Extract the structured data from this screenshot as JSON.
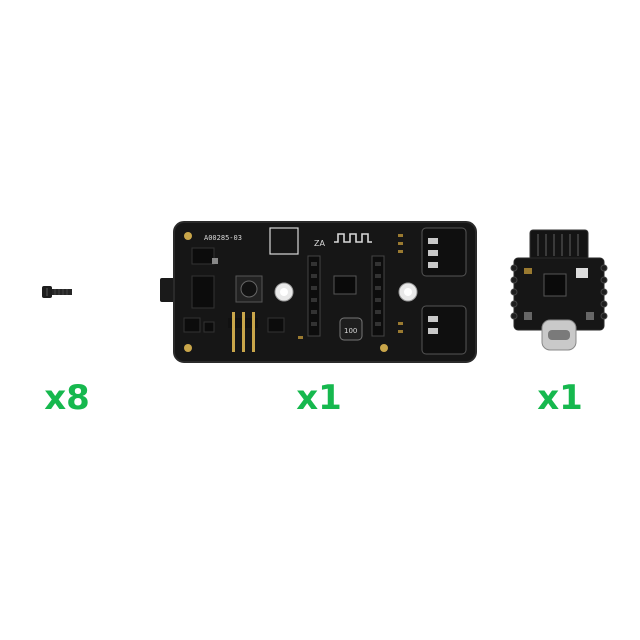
{
  "colors": {
    "quantity_text": "#16b84e",
    "pcb": "#161616",
    "pcb_edge": "#2a2a2a",
    "silkscreen": "#d8d8d8",
    "gold": "#c9a64a",
    "usb_metal": "#c9c9c9"
  },
  "items": [
    {
      "name": "screw",
      "quantity": "x8"
    },
    {
      "name": "carrier-board",
      "quantity": "x1",
      "silkscreen_label": "A00285-03",
      "inductor_label": "100"
    },
    {
      "name": "mcu-module",
      "quantity": "x1"
    }
  ]
}
